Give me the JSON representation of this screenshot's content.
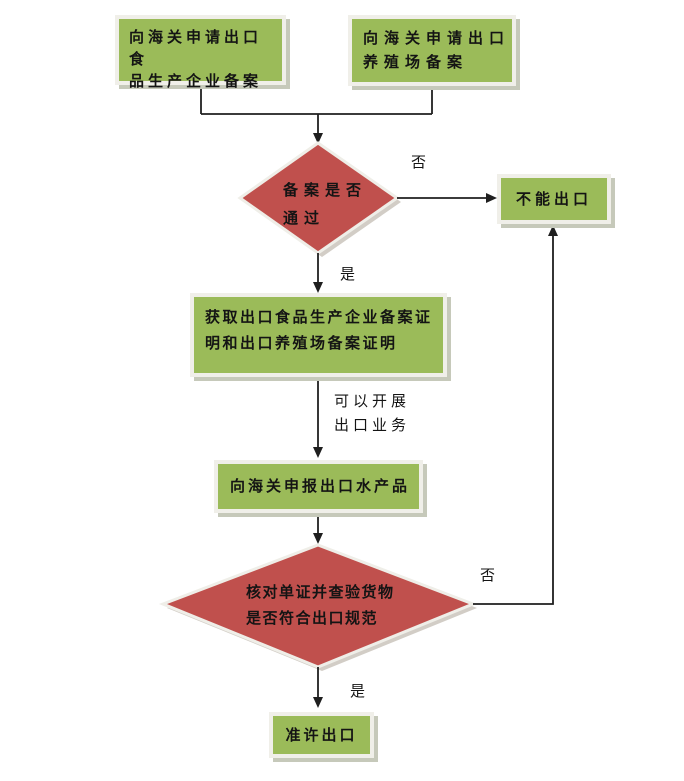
{
  "colors": {
    "box_fill": "#9bbb59",
    "box_border": "#f0efe9",
    "diamond_fill": "#c0504d",
    "diamond_border": "#efeee8",
    "shadow": "#c6c9ba",
    "diamond_shadow": "#d2cdc6",
    "line": "#1f1f1f",
    "text": "#141414"
  },
  "nodes": {
    "apply_enterprise": {
      "lines": [
        "向海关申请出口食",
        "品生产企业备案"
      ],
      "full_text": "向海关申请出口食品生产企业备案"
    },
    "apply_farm": {
      "lines": [
        "向海关申请出口",
        "养殖场备案"
      ],
      "full_text": "向海关申请出口养殖场备案"
    },
    "filing_decision": {
      "lines": [
        "备案是否",
        "通过"
      ],
      "full_text": "备案是否通过"
    },
    "cannot_export": {
      "label": "不能出口"
    },
    "obtain_certificates": {
      "lines": [
        "获取出口食品生产企业备案证",
        "明和出口养殖场备案证明"
      ],
      "full_text": "获取出口食品生产企业备案证明和出口养殖场备案证明"
    },
    "declare_export": {
      "label": "向海关申报出口水产品"
    },
    "inspection_decision": {
      "lines": [
        "核对单证并查验货物",
        "是否符合出口规范"
      ],
      "full_text": "核对单证并查验货物是否符合出口规范"
    },
    "permit_export": {
      "label": "准许出口"
    }
  },
  "edge_labels": {
    "filing_no": "否",
    "filing_yes": "是",
    "can_carry_out": {
      "lines": [
        "可以开展",
        "出口业务"
      ]
    },
    "inspection_no": "否",
    "inspection_yes": "是"
  }
}
